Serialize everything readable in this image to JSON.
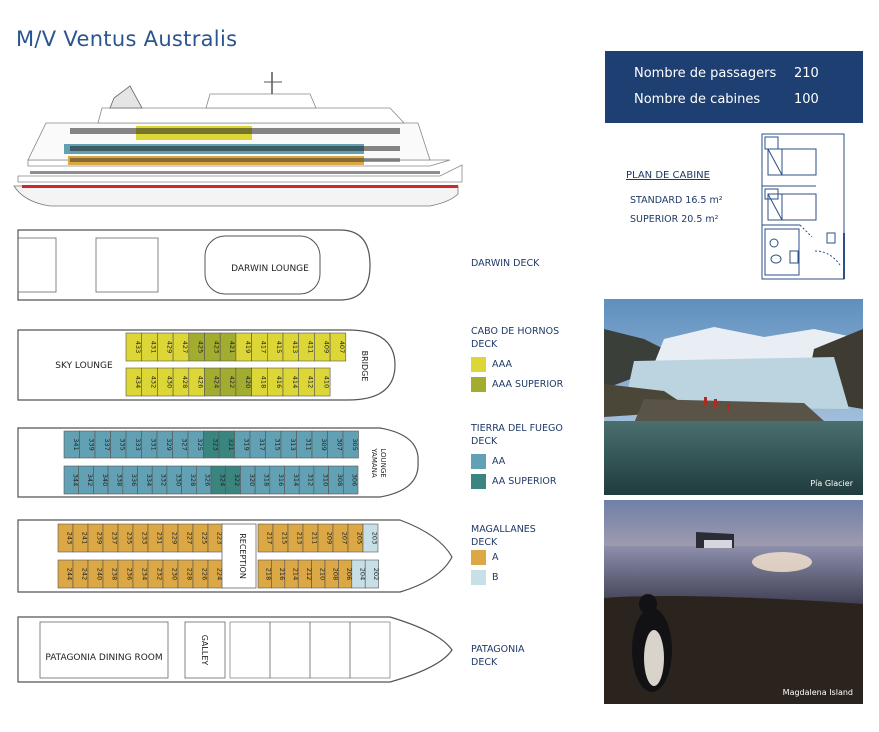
{
  "title": "M/V Ventus Australis",
  "stats": [
    {
      "label": "Nombre de passagers",
      "value": "210"
    },
    {
      "label": "Nombre de cabines",
      "value": "100"
    }
  ],
  "cabin_plan": {
    "title": "PLAN DE CABINE",
    "standard_label": "STANDARD 16.5 m²",
    "superior_label": "SUPERIOR 20.5 m²"
  },
  "colors": {
    "AAA": "#dcd636",
    "AAA_SUPERIOR": "#a2ad2f",
    "AA": "#61a1b3",
    "AA_SUPERIOR": "#3b8581",
    "A": "#dba845",
    "B": "#c7dfe6",
    "header": "#1d3f72"
  },
  "decks": {
    "darwin": {
      "label": "DARWIN DECK",
      "room": "DARWIN LOUNGE"
    },
    "cabo": {
      "label_1": "CABO DE HORNOS",
      "label_2": "DECK",
      "room_1": "SKY LOUNGE",
      "room_2": "BRIDGE",
      "legend": [
        {
          "name": "AAA"
        },
        {
          "name": "AAA SUPERIOR"
        }
      ],
      "top": [
        "433",
        "431",
        "429",
        "427",
        "425",
        "423",
        "421",
        "419",
        "417",
        "415",
        "413",
        "411",
        "409",
        "407"
      ],
      "bottom": [
        "434",
        "432",
        "430",
        "428",
        "426",
        "424",
        "422",
        "420",
        "418",
        "416",
        "414",
        "412",
        "410"
      ]
    },
    "tierra": {
      "label_1": "TIERRA DEL FUEGO",
      "label_2": "DECK",
      "room_1": "YAMANA",
      "room_2": "LOUNGE",
      "legend": [
        {
          "name": "AA"
        },
        {
          "name": "AA SUPERIOR"
        }
      ],
      "top": [
        "341",
        "339",
        "337",
        "335",
        "333",
        "331",
        "329",
        "327",
        "325",
        "323",
        "321",
        "319",
        "317",
        "315",
        "313",
        "311",
        "309",
        "307",
        "305"
      ],
      "bottom": [
        "344",
        "342",
        "340",
        "338",
        "336",
        "334",
        "332",
        "330",
        "328",
        "326",
        "324",
        "322",
        "320",
        "318",
        "316",
        "314",
        "312",
        "310",
        "308",
        "306"
      ]
    },
    "magallanes": {
      "label_1": "MAGALLANES",
      "label_2": "DECK",
      "room": "RECEPTION",
      "legend": [
        {
          "name": "A"
        },
        {
          "name": "B"
        }
      ],
      "top_left": [
        "243",
        "241",
        "239",
        "237",
        "235",
        "233",
        "231",
        "229",
        "227",
        "225",
        "223"
      ],
      "top_right": [
        "217",
        "215",
        "213",
        "211",
        "209",
        "207",
        "205",
        "203"
      ],
      "bottom_left": [
        "244",
        "242",
        "240",
        "238",
        "236",
        "234",
        "232",
        "230",
        "228",
        "226",
        "224"
      ],
      "bottom_right": [
        "218",
        "216",
        "214",
        "212",
        "210",
        "208",
        "206",
        "204",
        "202"
      ]
    },
    "patagonia": {
      "label_1": "PATAGONIA",
      "label_2": "DECK",
      "room_1": "PATAGONIA DINING ROOM",
      "room_2": "GALLEY"
    }
  },
  "photos": [
    {
      "caption": "Pía Glacier"
    },
    {
      "caption": "Magdalena Island"
    }
  ]
}
